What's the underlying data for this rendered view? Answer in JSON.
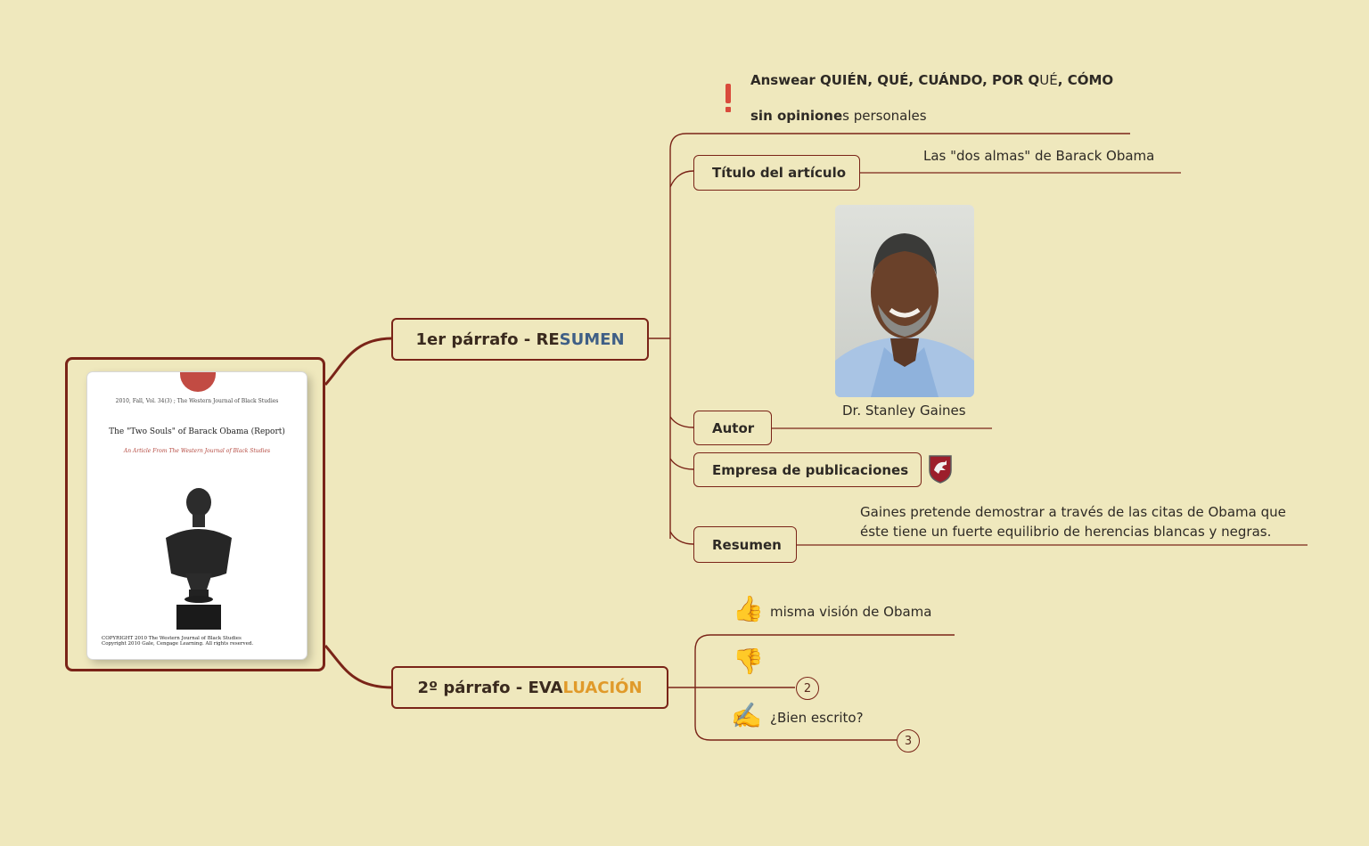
{
  "root": {
    "cover": {
      "header": "2010, Fall, Vol. 34(3)   ;   The Western Journal of Black Studies",
      "title": "The \"Two Souls\" of Barack Obama (Report)",
      "subtitle": "An Article From The Western Journal of Black Studies",
      "copyright_1": "COPYRIGHT 2010 The Western Journal of Black Studies",
      "copyright_2": "Copyright 2010 Gale, Cengage Learning. All rights reserved."
    }
  },
  "branch1": {
    "label_main": "1er párrafo - RE",
    "label_accent": "SUMEN",
    "warning": {
      "icon": "exclamation-icon",
      "line1_a": "Answear ",
      "line1_b": "QUIÉN, QUÉ, CUÁNDO, POR Q",
      "line1_c": "UÉ",
      "line1_d": ", ",
      "line1_e": "CÓMO",
      "line2_a": "sin opinione",
      "line2_b": "s personales"
    },
    "titulo": {
      "label": "Título del artículo",
      "value": "Las \"dos almas\" de Barack Obama"
    },
    "autor": {
      "label": "Autor",
      "value": "Dr. Stanley Gaines"
    },
    "empresa": {
      "label": "Empresa de publicaciones",
      "icon": "publisher-logo-icon"
    },
    "resumen": {
      "label": "Resumen",
      "line1": "Gaines pretende demostrar a través de las citas de Obama que",
      "line2": "éste tiene un fuerte equilibrio de herencias blancas y negras."
    }
  },
  "branch2": {
    "label_main": "2º párrafo - EVA",
    "label_accent": "LUACIÓN",
    "items": [
      {
        "icon": "thumbs-up-icon",
        "text": "misma visión de Obama"
      },
      {
        "icon": "thumbs-down-icon",
        "text": "",
        "badge": "2"
      },
      {
        "icon": "writing-hand-icon",
        "text": "¿Bien escrito?",
        "badge": "3"
      }
    ]
  },
  "colors": {
    "background": "#efe8bd",
    "line": "#7a2418",
    "accent_blue": "#3f5f86",
    "accent_orange": "#e09a2a"
  }
}
